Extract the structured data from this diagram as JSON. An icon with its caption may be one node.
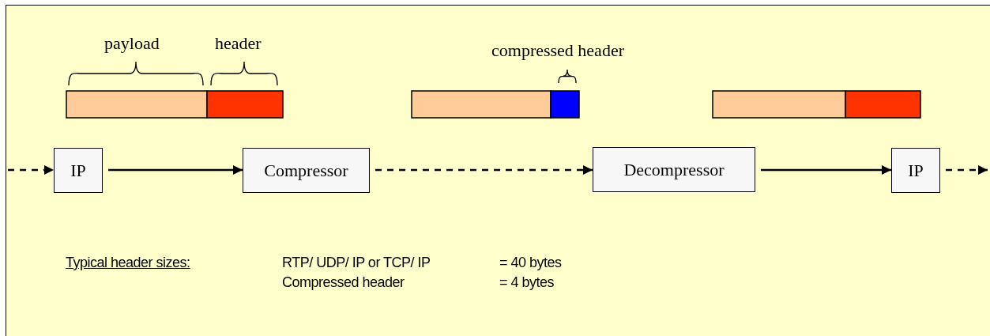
{
  "diagram": {
    "nodes": [
      {
        "text": [
          "IP"
        ]
      },
      {
        "text": [
          "Compressor"
        ]
      },
      {
        "text": [
          "Decompressor"
        ]
      },
      {
        "text": [
          "IP"
        ]
      }
    ],
    "edges": [
      {
        "from": null,
        "to": 0,
        "arrow": "to",
        "style": "dashed"
      },
      {
        "from": 0,
        "to": 1,
        "arrow": "to"
      },
      {
        "from": 1,
        "to": 2,
        "arrow": "to",
        "style": "dashed"
      },
      {
        "from": 2,
        "to": 3,
        "arrow": "to"
      },
      {
        "from": 3,
        "to": null,
        "arrow": "to",
        "style": "dashed"
      }
    ],
    "labels": [
      "payload",
      "header",
      "compressed header",
      "Typical header sizes:",
      "RTP/ UDP/ IP or TCP/ IP",
      "= 40 bytes",
      "Compressed header",
      "= 4 bytes"
    ]
  }
}
